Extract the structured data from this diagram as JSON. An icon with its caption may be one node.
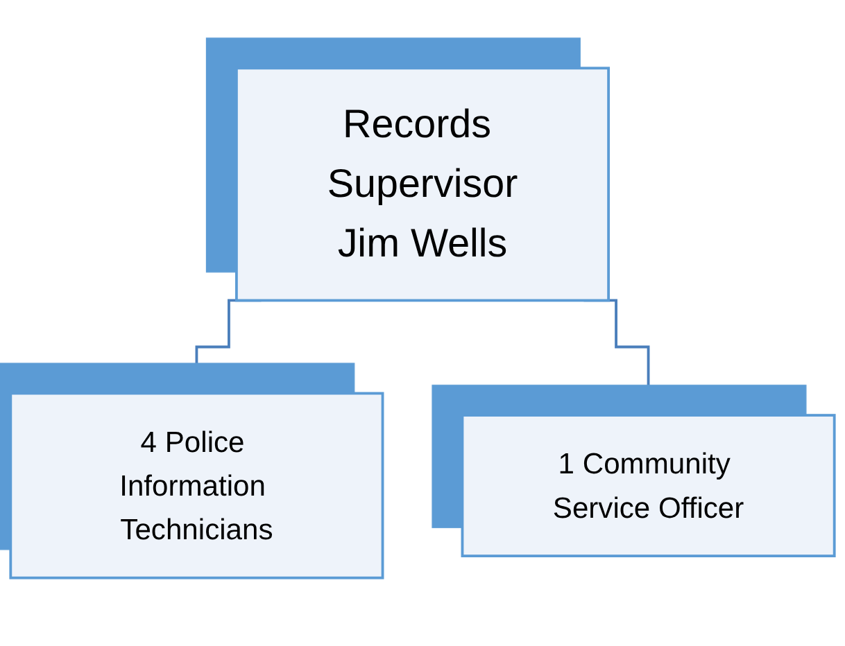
{
  "diagram": {
    "nodes": [
      {
        "text": [
          "Records Supervisor",
          "Jim Wells"
        ]
      },
      {
        "text": [
          "4 Police Information Technicians"
        ]
      },
      {
        "text": [
          "1 Community Service Officer"
        ]
      }
    ],
    "edges": [
      {
        "from": 0,
        "to": 1,
        "arrow": "none"
      },
      {
        "from": 0,
        "to": 2,
        "arrow": "none"
      }
    ]
  }
}
